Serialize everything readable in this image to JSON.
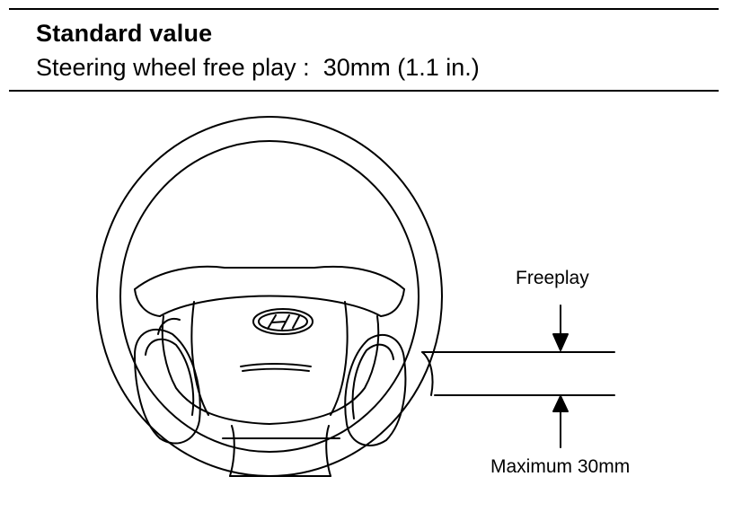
{
  "header": {
    "title": "Standard value",
    "spec_label": "Steering wheel free play :",
    "spec_value": "30mm (1.1 in.)"
  },
  "diagram": {
    "freeplay_label": "Freeplay",
    "maximum_label": "Maximum 30mm",
    "logo": "hyundai-logo",
    "line_color": "#000000"
  }
}
